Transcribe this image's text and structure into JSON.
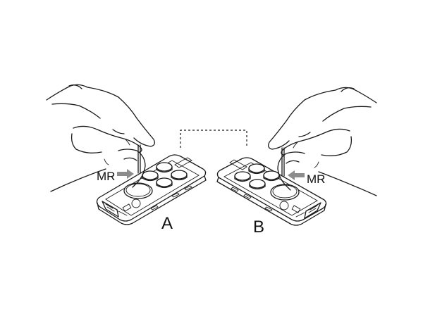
{
  "labels": {
    "left_marker": "MR",
    "right_marker": "MR",
    "left_panel": "A",
    "right_panel": "B"
  },
  "colors": {
    "line": "#1a1a1a",
    "arrow": "#8c8c8c",
    "background": "#ffffff"
  },
  "icons": [
    "left-hand-icon",
    "right-hand-icon",
    "left-remote-key-icon",
    "right-remote-key-icon",
    "marker-arrow-icon"
  ]
}
